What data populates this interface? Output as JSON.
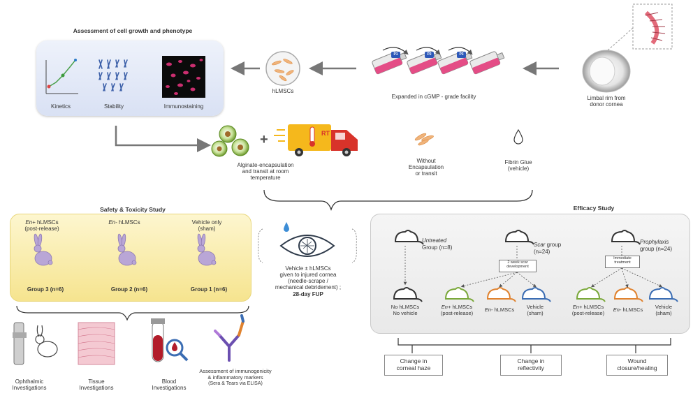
{
  "top": {
    "assessment_title": "Assessment of cell growth and phenotype",
    "kinetics": "Kinetics",
    "stability": "Stability",
    "immunostaining": "Immunostaining",
    "hlmscs": "hLMSCs",
    "passages": [
      "P1",
      "P2",
      "P3"
    ],
    "expanded": "Expanded in cGMP - grade facility",
    "limbal_line1": "Limbal rim from",
    "limbal_line2": "donor cornea",
    "rt_label": "RT"
  },
  "middle": {
    "alginate_line1": "Alginate-encapsulation",
    "alginate_line2": "and transit at room",
    "alginate_line3": "temperature",
    "without_line1": "Without",
    "without_line2": "Encapsulation",
    "without_line3": "or transit",
    "fibrin_line1": "Fibrin Glue",
    "fibrin_line2": "(vehicle)"
  },
  "safety": {
    "title": "Safety & Toxicity Study",
    "col1_line1_em": "En+",
    "col1_line1_rest": " hLMSCs",
    "col1_line2": "(post-release)",
    "col2_em": "En-",
    "col2_rest": " hLMSCs",
    "col3_line1": "Vehicle only",
    "col3_line2": "(sham)",
    "group3": "Group 3 (n=6)",
    "group2": "Group 2 (n=6)",
    "group1": "Group 1 (n=6)"
  },
  "center": {
    "line1": "Vehicle ± hLMSCs",
    "line2": "given to injured cornea",
    "line3": "(needle-scrape /",
    "line4": "mechanical debridement) ;",
    "line5": "28-day FUP"
  },
  "investigations": {
    "ophthalmic_line1": "Ophthalmic",
    "ophthalmic_line2": "Investigations",
    "tissue_line1": "Tissue",
    "tissue_line2": "Investigations",
    "blood_line1": "Blood",
    "blood_line2": "Investigations",
    "immuno_line1": "Assessment of immunogenicity",
    "immuno_line2": "& inflammatory markers",
    "immuno_line3": "(Sera & Tears via ELISA)"
  },
  "efficacy": {
    "title": "Efficacy Study",
    "untreated_em": "Untreated",
    "untreated_rest": "Group (n=8)",
    "scar_em": "Scar",
    "scar_rest": " group",
    "scar_n": "(n=24)",
    "prophylaxis_em": "Prophylaxis",
    "prophylaxis_rest": "group (n=24)",
    "scar_dev_line1": "2 week scar",
    "scar_dev_line2": "development",
    "immediate_line1": "Immediate",
    "immediate_line2": "treatment",
    "no_hlmscs": "No hLMSCs",
    "no_vehicle": "No vehicle",
    "enplus_em": "En+",
    "enplus_rest": " hLMSCs",
    "post_release": "(post-release)",
    "enminus_em": "En-",
    "enminus_rest": " hLMSCs",
    "vehicle": "Vehicle",
    "sham": "(sham)"
  },
  "outcomes": {
    "o1_line1": "Change in",
    "o1_line2": "corneal haze",
    "o2_line1": "Change in",
    "o2_line2": "reflectivity",
    "o3_line1": "Wound",
    "o3_line2": "closure/healing"
  },
  "colors": {
    "green": "#7aa83a",
    "orange": "#e0822e",
    "blue": "#3b6db3",
    "truck_red": "#d8332a",
    "truck_yellow": "#f5b81c",
    "rabbit": "#b9a6d6",
    "flask_pink": "#e44d86"
  }
}
